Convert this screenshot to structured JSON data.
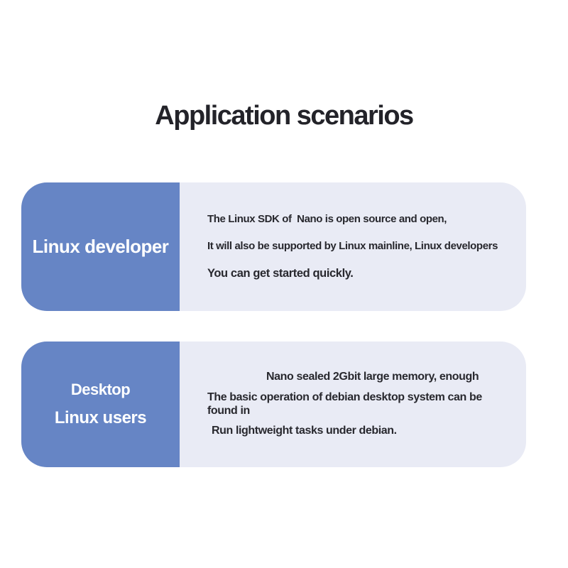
{
  "page": {
    "title": "Application scenarios"
  },
  "colors": {
    "accent_blue": "#6685c5",
    "card_background": "#e9ebf5",
    "title_text": "#232329",
    "body_text": "#28282e",
    "label_text": "#ffffff",
    "page_background": "#ffffff"
  },
  "cards": [
    {
      "label_lines": [
        "Linux developer"
      ],
      "body_lines": [
        "The Linux SDK of  Nano is open source and open,",
        "It will also be supported by Linux mainline, Linux developers",
        "You can get started quickly."
      ]
    },
    {
      "label_lines": [
        "Desktop",
        "Linux users"
      ],
      "body_lines": [
        "Nano sealed 2Gbit large memory, enough",
        "The basic operation of debian desktop system can be",
        "found in",
        "Run lightweight tasks under debian."
      ]
    }
  ]
}
